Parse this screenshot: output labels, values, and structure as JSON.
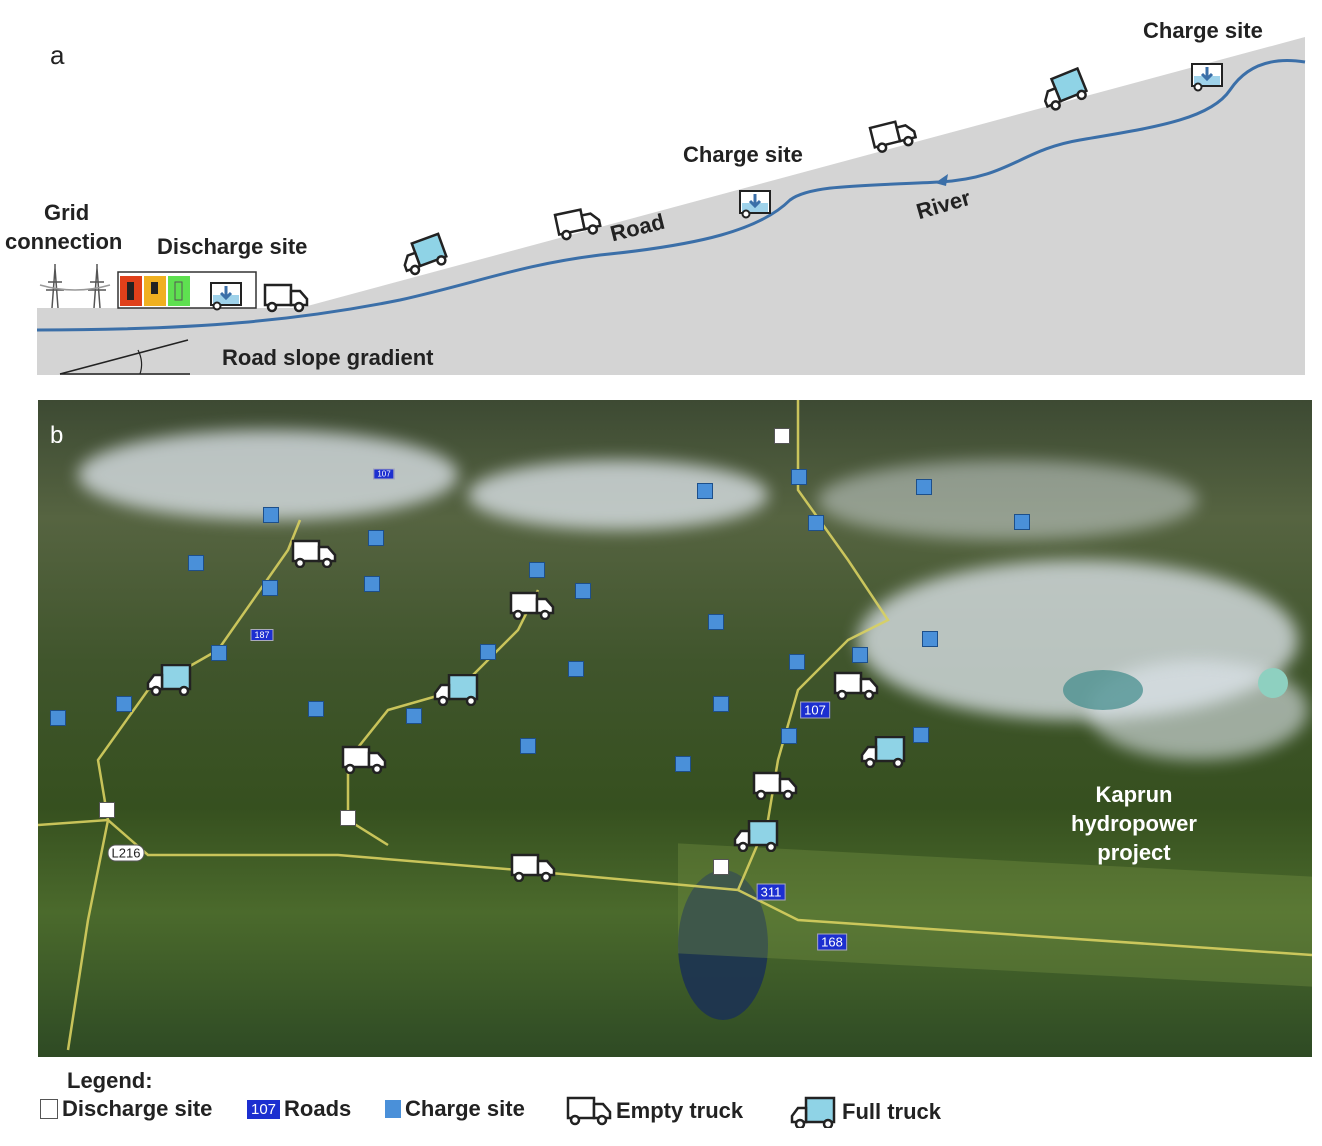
{
  "panel_a": {
    "letter": "a",
    "labels": {
      "grid_connection_1": "Grid",
      "grid_connection_2": "connection",
      "discharge_site": "Discharge site",
      "road_slope": "Road slope gradient",
      "road": "Road",
      "charge_site_mid": "Charge site",
      "river": "River",
      "charge_site_top": "Charge site"
    }
  },
  "panel_b": {
    "letter": "b",
    "road_labels": [
      "107",
      "311",
      "168",
      "187",
      "L216",
      "107"
    ],
    "place_label": [
      "Kaprun",
      "hydropower",
      "project"
    ]
  },
  "legend": {
    "title": "Legend:",
    "discharge_site": "Discharge site",
    "roads_badge": "107",
    "roads": "Roads",
    "charge_site": "Charge site",
    "empty_truck": "Empty truck",
    "full_truck": "Full truck"
  },
  "colors": {
    "charge_site": "#4a90d9",
    "road_badge": "#1c2fd0",
    "river": "#3b6fa8",
    "full_truck": "#8fd3e6"
  }
}
